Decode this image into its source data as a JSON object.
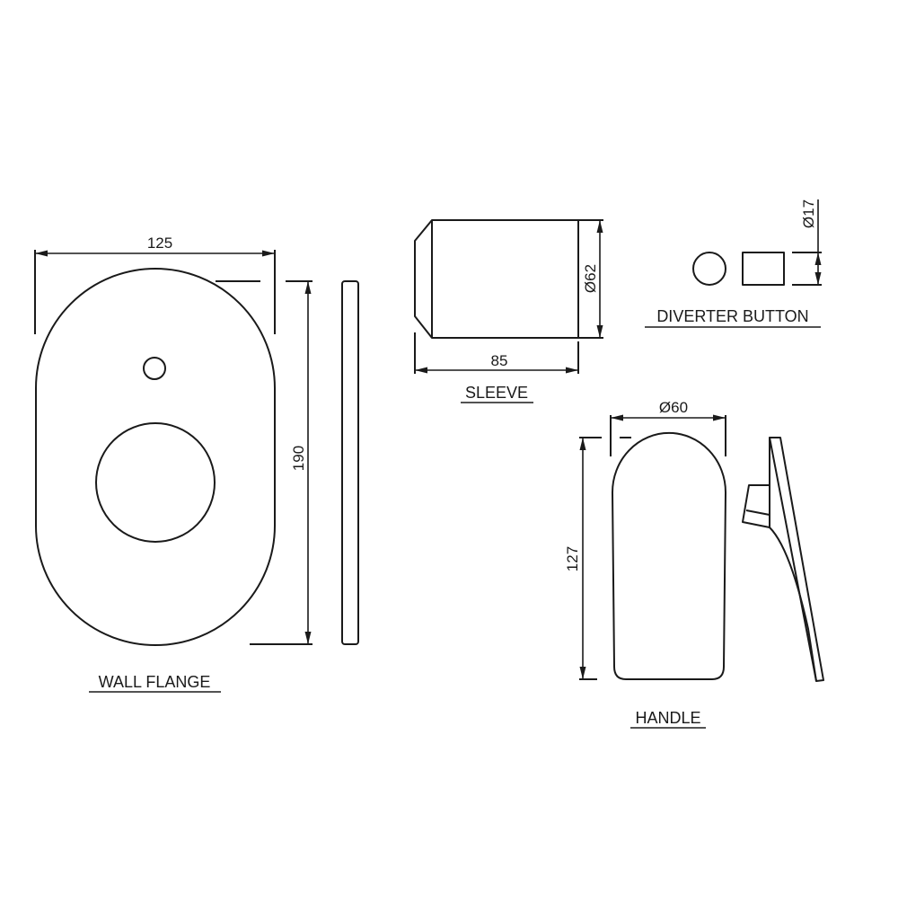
{
  "drawing": {
    "stroke_color": "#1a1a1a",
    "background": "#ffffff",
    "components": {
      "wall_flange": {
        "title": "WALL FLANGE",
        "width_dim": "125",
        "height_dim": "190"
      },
      "sleeve": {
        "title": "SLEEVE",
        "length_dim": "85",
        "diameter_dim": "Ø62"
      },
      "diverter_button": {
        "title": "DIVERTER BUTTON",
        "diameter_dim": "Ø17"
      },
      "handle": {
        "title": "HANDLE",
        "width_dim": "Ø60",
        "height_dim": "127"
      }
    }
  }
}
